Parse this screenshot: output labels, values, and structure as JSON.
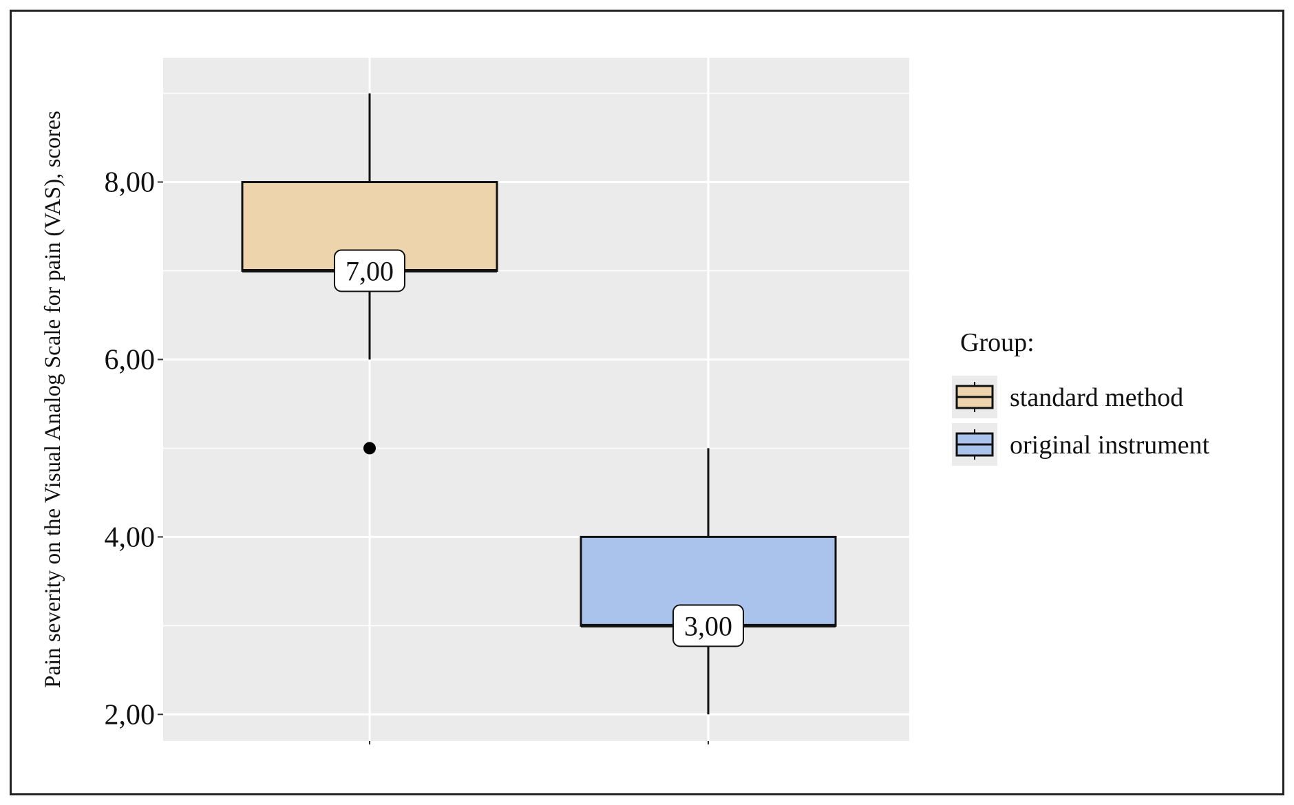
{
  "chart_data": {
    "type": "boxplot",
    "ylabel": "Pain severity on the Visual Analog Scale for pain (VAS), scores",
    "xlabel": "",
    "ylim": [
      1.7,
      9.4
    ],
    "yticks": [
      2,
      4,
      6,
      8
    ],
    "ytick_labels": [
      "2,00",
      "4,00",
      "6,00",
      "8,00"
    ],
    "grid": true,
    "legend": {
      "title": "Group:",
      "placement": "right"
    },
    "series": [
      {
        "name": "standard method",
        "color": "#edd4ac",
        "whisker_low": 6,
        "q1": 7,
        "median": 7,
        "q3": 8,
        "whisker_high": 9,
        "outliers": [
          5
        ],
        "median_label": "7,00"
      },
      {
        "name": "original instrument",
        "color": "#a9c3ec",
        "whisker_low": 2,
        "q1": 3,
        "median": 3,
        "q3": 4,
        "whisker_high": 5,
        "outliers": [],
        "median_label": "3,00"
      }
    ]
  },
  "colors": {
    "panel": "#ebebeb",
    "grid": "#ffffff",
    "box_stroke": "#111111"
  }
}
